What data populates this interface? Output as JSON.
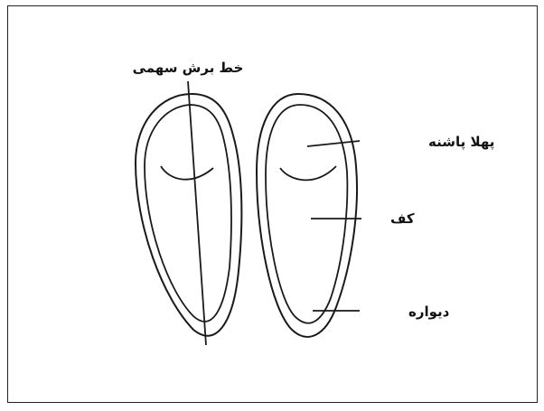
{
  "labels": {
    "sagittal_cut": "خط برش سهمی",
    "heel_lift": "پهلا پاشنه",
    "sole": "کف",
    "wall": "دیواره"
  }
}
